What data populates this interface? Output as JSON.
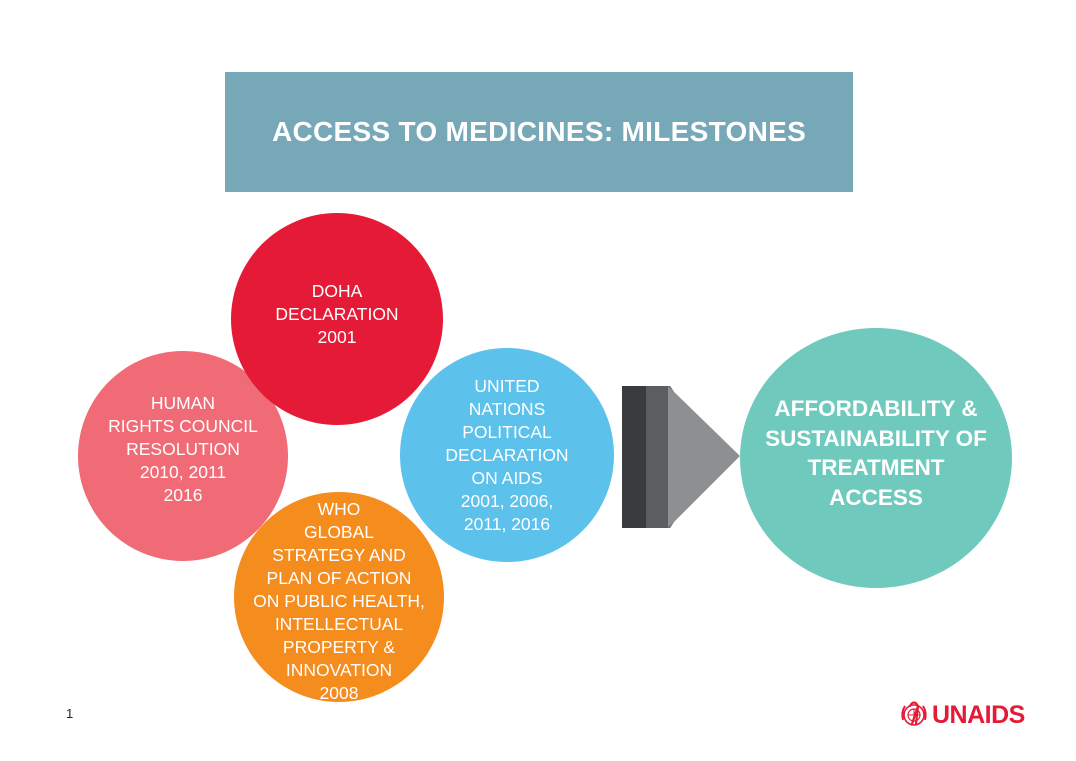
{
  "title": "ACCESS TO MEDICINES: MILESTONES",
  "milestones": {
    "human_rights": {
      "lines": [
        "HUMAN",
        "RIGHTS COUNCIL",
        "RESOLUTION",
        "2010, 2011",
        "2016"
      ]
    },
    "doha": {
      "lines": [
        "DOHA",
        "DECLARATION",
        "2001"
      ]
    },
    "un": {
      "lines": [
        "UNITED",
        "NATIONS",
        "POLITICAL",
        "DECLARATION",
        "ON AIDS",
        "2001, 2006,",
        "2011, 2016"
      ]
    },
    "who": {
      "lines": [
        "WHO",
        "GLOBAL",
        "STRATEGY AND",
        "PLAN OF ACTION",
        "ON PUBLIC HEALTH,",
        "INTELLECTUAL",
        "PROPERTY &",
        "INNOVATION",
        "2008"
      ]
    }
  },
  "outcome": {
    "lines": [
      "AFFORDABILITY &",
      "SUSTAINABILITY OF",
      "TREATMENT",
      "ACCESS"
    ]
  },
  "page_number": "1",
  "logo": {
    "text": "UNAIDS",
    "icon": "un-emblem-ribbon-icon"
  },
  "colors": {
    "banner": "#77a8b8",
    "human_rights": "#f06b76",
    "doha": "#e41a37",
    "un": "#5cc2ec",
    "who": "#f58c1e",
    "outcome": "#6fc9bd",
    "arrows": [
      "#3a3b3d",
      "#5c5d5f",
      "#8e8f91"
    ],
    "logo": "#e41a37"
  }
}
